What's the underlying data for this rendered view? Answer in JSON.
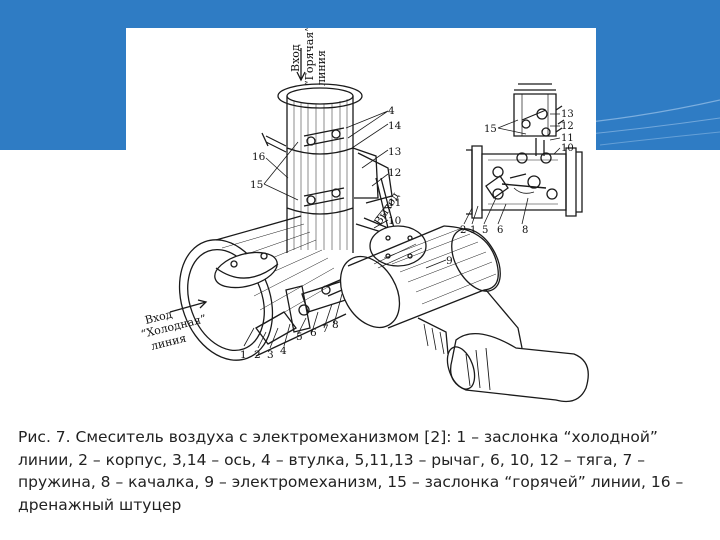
{
  "colors": {
    "banner": "#2f7cc4",
    "ink": "#1a1a1a",
    "caption_text": "#222222"
  },
  "main_view": {
    "inlet_hot": [
      "Вход",
      "“Горячая”",
      "линия"
    ],
    "outlet": "Выход",
    "inlet_cold": [
      "Вход",
      "“Холодная”",
      "линия"
    ],
    "labels": {
      "l4": "4",
      "l14": "14",
      "l13": "13",
      "l12": "12",
      "l11": "11",
      "l10": "10",
      "l16": "16",
      "l15": "15",
      "l9": "9",
      "b1": "1",
      "b2": "2",
      "b3": "3",
      "b4": "4",
      "b5": "5",
      "b6": "6",
      "b7": "7",
      "b8": "8"
    }
  },
  "inset_view": {
    "labels": {
      "r13": "13",
      "r12": "12",
      "r11": "11",
      "r10": "10",
      "l15": "15",
      "b2": "2",
      "b1": "1",
      "b5": "5",
      "b6": "6",
      "b8": "8"
    }
  },
  "caption": "Рис. 7. Смеситель воздуха с электромеханизмом [2]: 1 – заслонка “холодной” линии, 2 – корпус, 3,14 – ось, 4 – втулка, 5,11,13 – рычаг, 6, 10, 12 – тяга, 7 – пружина, 8 – качалка, 9 – электромеханизм, 15 – заслонка “горячей” линии, 16 – дренажный штуцер"
}
